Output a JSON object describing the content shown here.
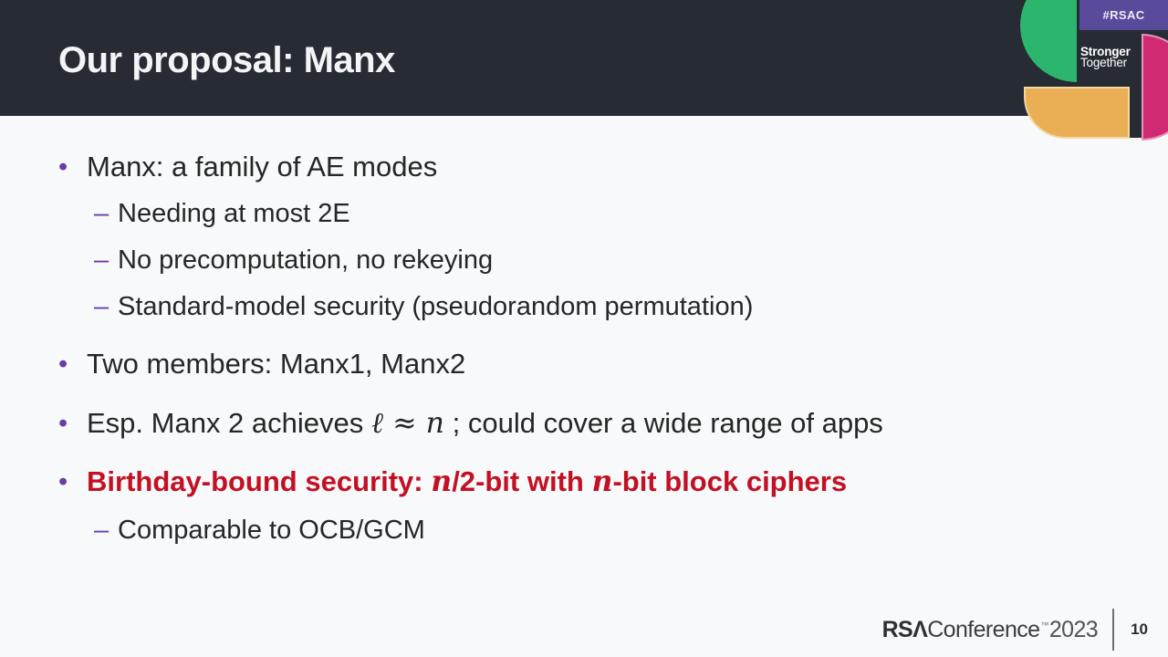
{
  "colors": {
    "header_bg": "#262b34",
    "body_bg": "#f7f9fa",
    "bullet_purple": "#6a3da6",
    "text_dark": "#262626",
    "red": "#c31022",
    "logo_green": "#2cb56d",
    "logo_orange": "#eaaf55",
    "logo_pink": "#d02a72",
    "logo_purple": "#5a4a9c"
  },
  "header": {
    "title": "Our proposal: Manx"
  },
  "logo": {
    "hashtag": "#RSAC",
    "tagline_line1": "Stronger",
    "tagline_line2": "Together"
  },
  "content": {
    "marker_dot": "•",
    "marker_dash": "–",
    "bullets": [
      {
        "level": 1,
        "segments": [
          {
            "text": "Manx: a family of AE modes"
          }
        ]
      },
      {
        "level": 2,
        "segments": [
          {
            "text": "Needing at most 2E"
          }
        ]
      },
      {
        "level": 2,
        "segments": [
          {
            "text": "No precomputation, no rekeying"
          }
        ]
      },
      {
        "level": 2,
        "segments": [
          {
            "text": "Standard-model security (pseudorandom permutation)"
          }
        ]
      },
      {
        "level": 1,
        "segments": [
          {
            "text": "Two members: Manx1, Manx2"
          }
        ]
      },
      {
        "level": 1,
        "segments": [
          {
            "text": "Esp. Manx 2 achieves "
          },
          {
            "text": "ℓ",
            "math": true
          },
          {
            "text": " ≈ ",
            "math": true,
            "upright": true
          },
          {
            "text": "n",
            "math": true
          },
          {
            "text": " ; could cover a wide range of apps"
          }
        ]
      },
      {
        "level": 1,
        "emphasis": "red",
        "segments": [
          {
            "text": "Birthday-bound security: "
          },
          {
            "text": "n",
            "math": true
          },
          {
            "text": "/2-bit with "
          },
          {
            "text": "n",
            "math": true
          },
          {
            "text": "-bit block ciphers"
          }
        ]
      },
      {
        "level": 2,
        "segments": [
          {
            "text": "Comparable to OCB/GCM"
          }
        ]
      }
    ]
  },
  "footer": {
    "brand_rsa": "RSΛ",
    "brand_conference": "Conference",
    "brand_tm": "™",
    "brand_year": "2023",
    "page": "10"
  }
}
